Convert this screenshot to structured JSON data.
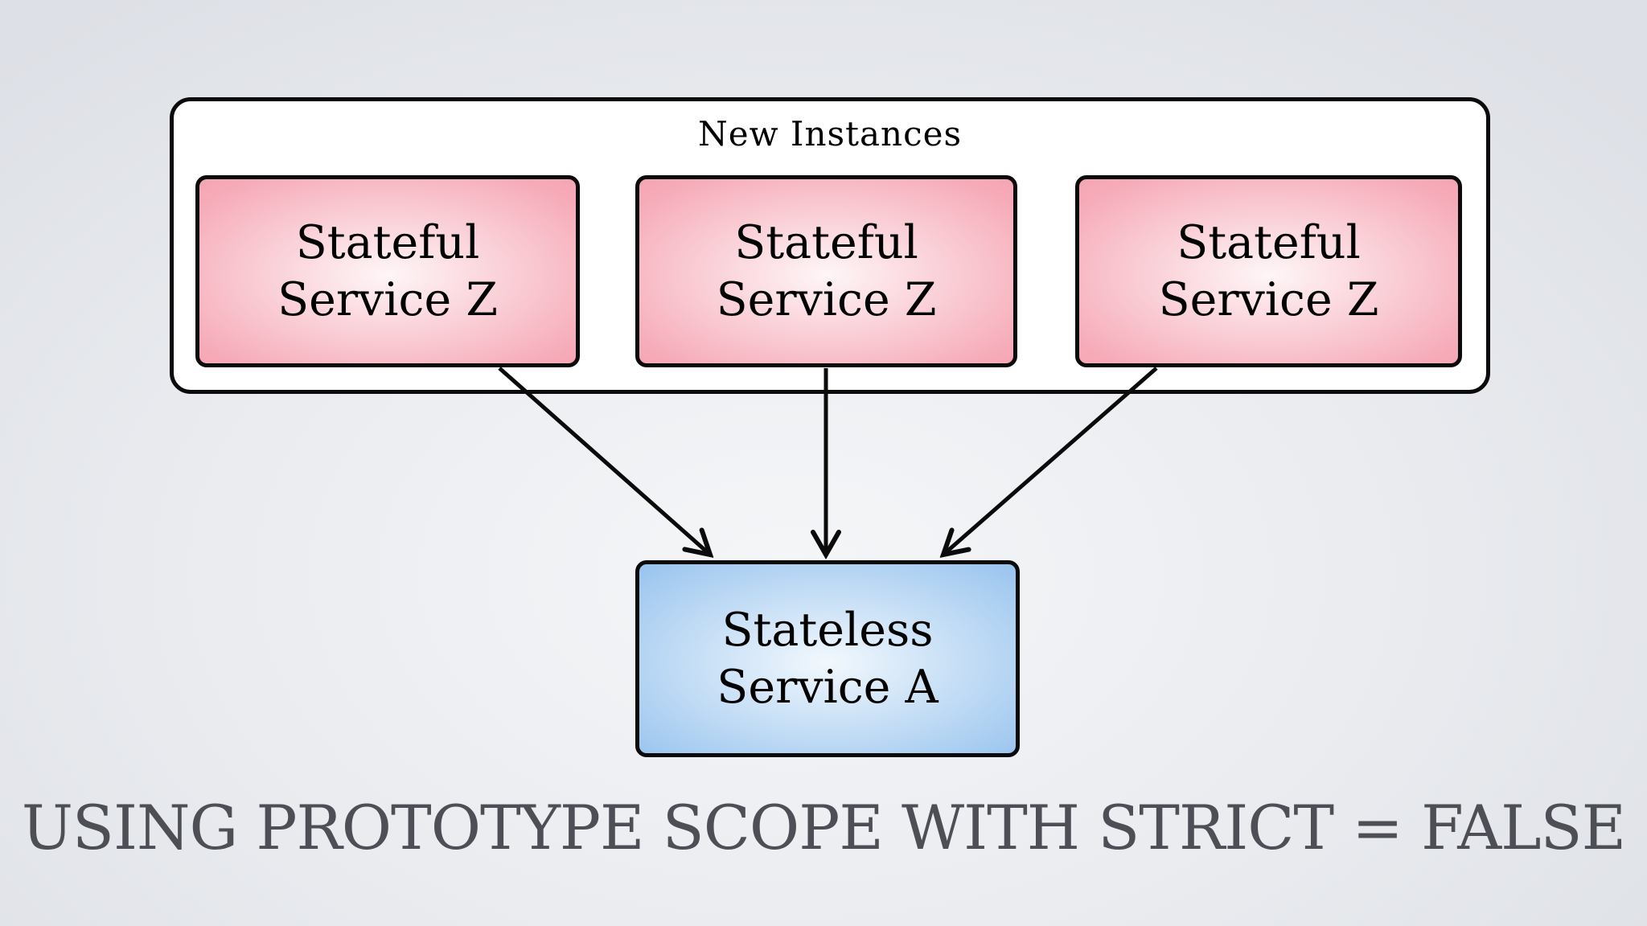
{
  "diagram": {
    "group": {
      "title": "New Instances"
    },
    "stateful_boxes": [
      {
        "line1": "Stateful",
        "line2": "Service Z"
      },
      {
        "line1": "Stateful",
        "line2": "Service Z"
      },
      {
        "line1": "Stateful",
        "line2": "Service Z"
      }
    ],
    "stateless_box": {
      "line1": "Stateless",
      "line2": "Service A"
    },
    "caption": "USING PROTOTYPE SCOPE WITH STRICT = FALSE",
    "colors": {
      "border": "#0b0b0b",
      "container_fill": "#ffffff",
      "stateful_fill_center": "#fef6f7",
      "stateful_fill_mid": "#f6aab8",
      "stateful_fill_edge": "#ee8b9f",
      "stateless_fill_center": "#f2f8fd",
      "stateless_fill_mid": "#a3caf0",
      "stateless_fill_edge": "#5aa1e4",
      "caption_color": "#4e4e56",
      "background_center": "#f5f6f8",
      "background_mid": "#e9ebef",
      "background_edge": "#dde0e6"
    }
  }
}
